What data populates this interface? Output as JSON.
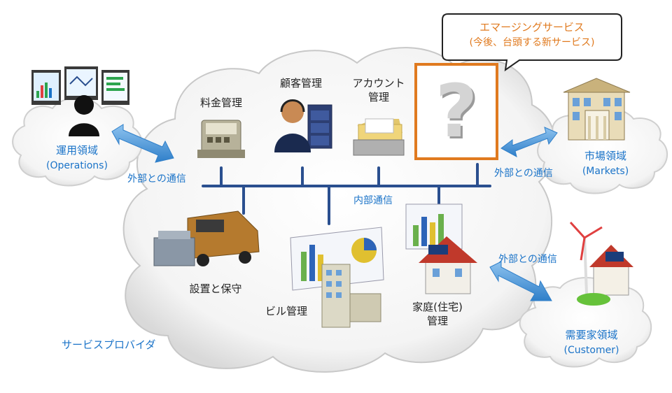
{
  "cloud": {
    "provider_label": "サービスプロバイダ"
  },
  "internal_bus_label": "内部通信",
  "external_comm_labels": [
    "外部との通信",
    "外部との通信",
    "外部との通信"
  ],
  "services": {
    "billing": "料金管理",
    "customer_mgmt": "顧客管理",
    "account_mgmt_line1": "アカウント",
    "account_mgmt_line2": "管理",
    "install_maint": "設置と保守",
    "building_mgmt": "ビル管理",
    "home_mgmt_line1": "家庭(住宅)",
    "home_mgmt_line2": "管理"
  },
  "emerging": {
    "line1": "エマージングサービス",
    "line2": "(今後、台頭する新サービス)",
    "symbol": "?"
  },
  "domains": {
    "operations_jp": "運用領域",
    "operations_en": "(Operations)",
    "markets_jp": "市場領域",
    "markets_en": "(Markets)",
    "customer_jp": "需要家領域",
    "customer_en": "(Customer)"
  },
  "colors": {
    "accent_blue": "#1a73c8",
    "bus_blue": "#2a4f8f",
    "highlight_orange": "#e07a1f"
  }
}
